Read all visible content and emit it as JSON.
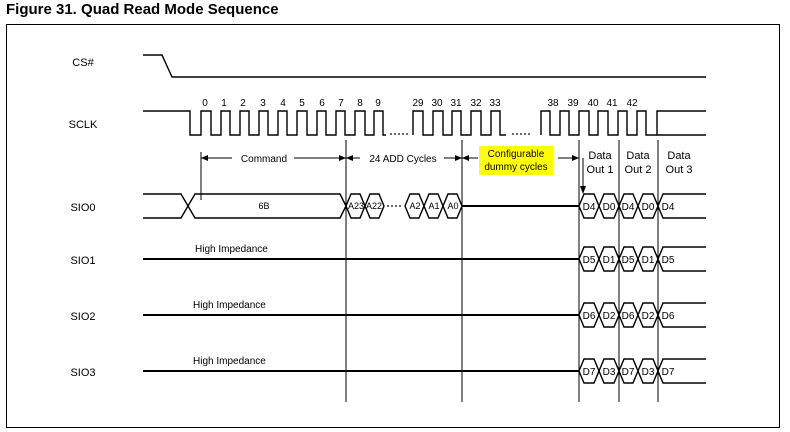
{
  "figure": {
    "title": "Figure 31. Quad Read Mode Sequence",
    "signals": [
      "CS#",
      "SCLK",
      "SIO0",
      "SIO1",
      "SIO2",
      "SIO3"
    ],
    "clock_numbers": [
      "0",
      "1",
      "2",
      "3",
      "4",
      "5",
      "6",
      "7",
      "8",
      "9",
      "29",
      "30",
      "31",
      "32",
      "33",
      "38",
      "39",
      "40",
      "41",
      "42"
    ],
    "phases": {
      "command": "Command",
      "address": "24 ADD Cycles",
      "dummy_line1": "Configurable",
      "dummy_line2": "dummy cycles",
      "out1_line1": "Data",
      "out1_line2": "Out 1",
      "out2_line1": "Data",
      "out2_line2": "Out 2",
      "out3_line1": "Data",
      "out3_line2": "Out 3"
    },
    "sio0": {
      "command_value": "6B",
      "addr": [
        "A23",
        "A22",
        "A2",
        "A1",
        "A0"
      ],
      "data": [
        "D4",
        "D0",
        "D4",
        "D0",
        "D4"
      ]
    },
    "sio1": {
      "impedance": "High Impedance",
      "data": [
        "D5",
        "D1",
        "D5",
        "D1",
        "D5"
      ]
    },
    "sio2": {
      "impedance": "High Impedance",
      "data": [
        "D6",
        "D2",
        "D6",
        "D2",
        "D6"
      ]
    },
    "sio3": {
      "impedance": "High Impedance",
      "data": [
        "D7",
        "D3",
        "D7",
        "D3",
        "D7"
      ]
    },
    "colors": {
      "highlight": "#ffff00",
      "line": "#000000"
    }
  }
}
